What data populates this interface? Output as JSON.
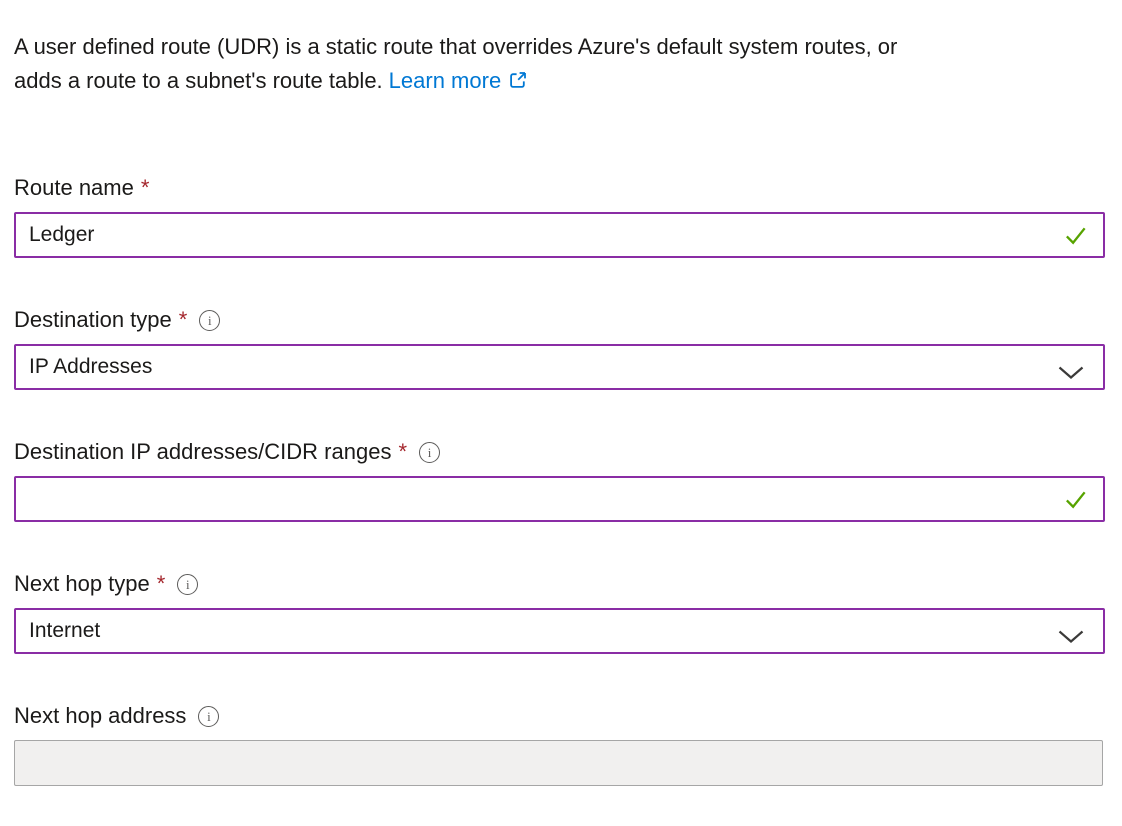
{
  "intro": {
    "line1": "A user defined route (UDR) is a static route that overrides Azure's default system routes, or",
    "line2": "adds a route to a subnet's route table.",
    "link_label": "Learn more"
  },
  "form": {
    "route_name": {
      "label": "Route name",
      "required": "*",
      "value": "Ledger",
      "state": "valid"
    },
    "destination_type": {
      "label": "Destination type",
      "required": "*",
      "value": "IP Addresses"
    },
    "destination_ip": {
      "label": "Destination IP addresses/CIDR ranges",
      "required": "*",
      "value": "",
      "state": "valid"
    },
    "next_hop_type": {
      "label": "Next hop type",
      "required": "*",
      "value": "Internet"
    },
    "next_hop_address": {
      "label": "Next hop address",
      "value": "",
      "state": "disabled"
    }
  },
  "icons": {
    "info": {
      "name": "info-icon",
      "glyph": "i"
    },
    "check": {
      "name": "check-icon"
    },
    "chevron_down": {
      "name": "chevron-down-icon"
    },
    "external_link": {
      "name": "external-link-icon"
    }
  },
  "colors": {
    "accent_border": "#8a2da5",
    "link": "#0078d4",
    "valid_check": "#57a300",
    "required_asterisk": "#a4262c",
    "disabled_background": "#f1f0ef",
    "disabled_border": "#a6a6a6",
    "text": "#1b1a19",
    "info_gray": "#5c5b5a"
  }
}
